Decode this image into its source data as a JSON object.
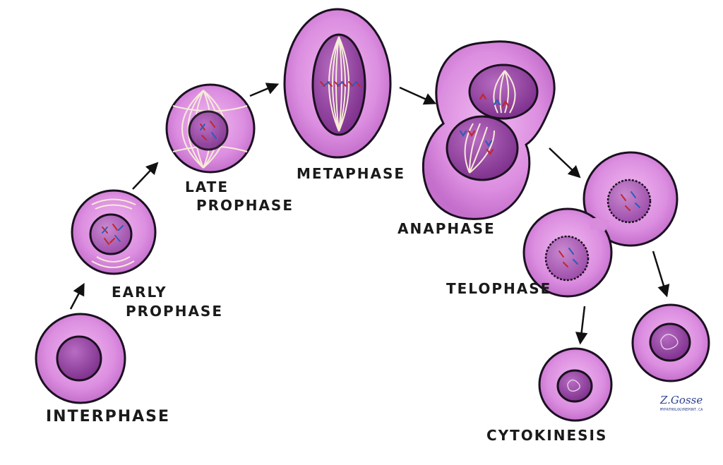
{
  "stages": {
    "interphase": "INTERPHASE",
    "early_prophase_1": "EARLY",
    "early_prophase_2": "PROPHASE",
    "late_prophase_1": "LATE",
    "late_prophase_2": "PROPHASE",
    "metaphase": "METAPHASE",
    "anaphase": "ANAPHASE",
    "telophase": "TELOPHASE",
    "cytokinesis": "CYTOKINESIS"
  },
  "signature": {
    "name": "Z.Gosse",
    "site": "MYPATHOLOGYREPORT.CA"
  },
  "colors": {
    "cytoplasm": "#da8fdd",
    "nucleus": "#9b4aa8",
    "nucleus_dark": "#7b2e8a",
    "outline": "#1b1020",
    "spindle": "#f6ecd8",
    "chrom_red": "#c2272d",
    "chrom_blue": "#2b5fb8"
  }
}
